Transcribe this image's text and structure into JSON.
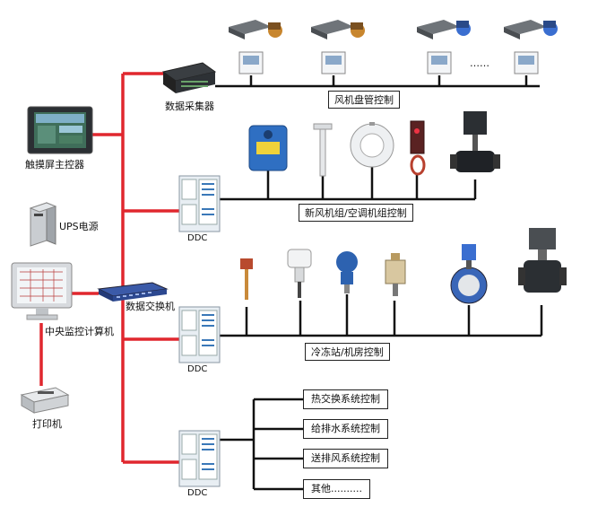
{
  "labels": {
    "touch_screen": "触摸屏主控器",
    "ups": "UPS电源",
    "central_pc": "中央监控计算机",
    "printer": "打印机",
    "data_collector": "数据采集器",
    "switch": "数据交换机",
    "ddc": "DDC"
  },
  "sections": {
    "fan_coil": "风机盘管控制",
    "fresh_air": "新风机组/空调机组控制",
    "chiller": "冷冻站/机房控制"
  },
  "fan_coil_ellipsis": "……",
  "other_systems": [
    "热交换系统控制",
    "给排水系统控制",
    "送排风系统控制",
    "其他.........."
  ],
  "colors": {
    "red_line": "#e0272e",
    "black_line": "#111111",
    "ddc_body": "#e8eef3",
    "thermostat_blue": "#5a8fd6"
  }
}
